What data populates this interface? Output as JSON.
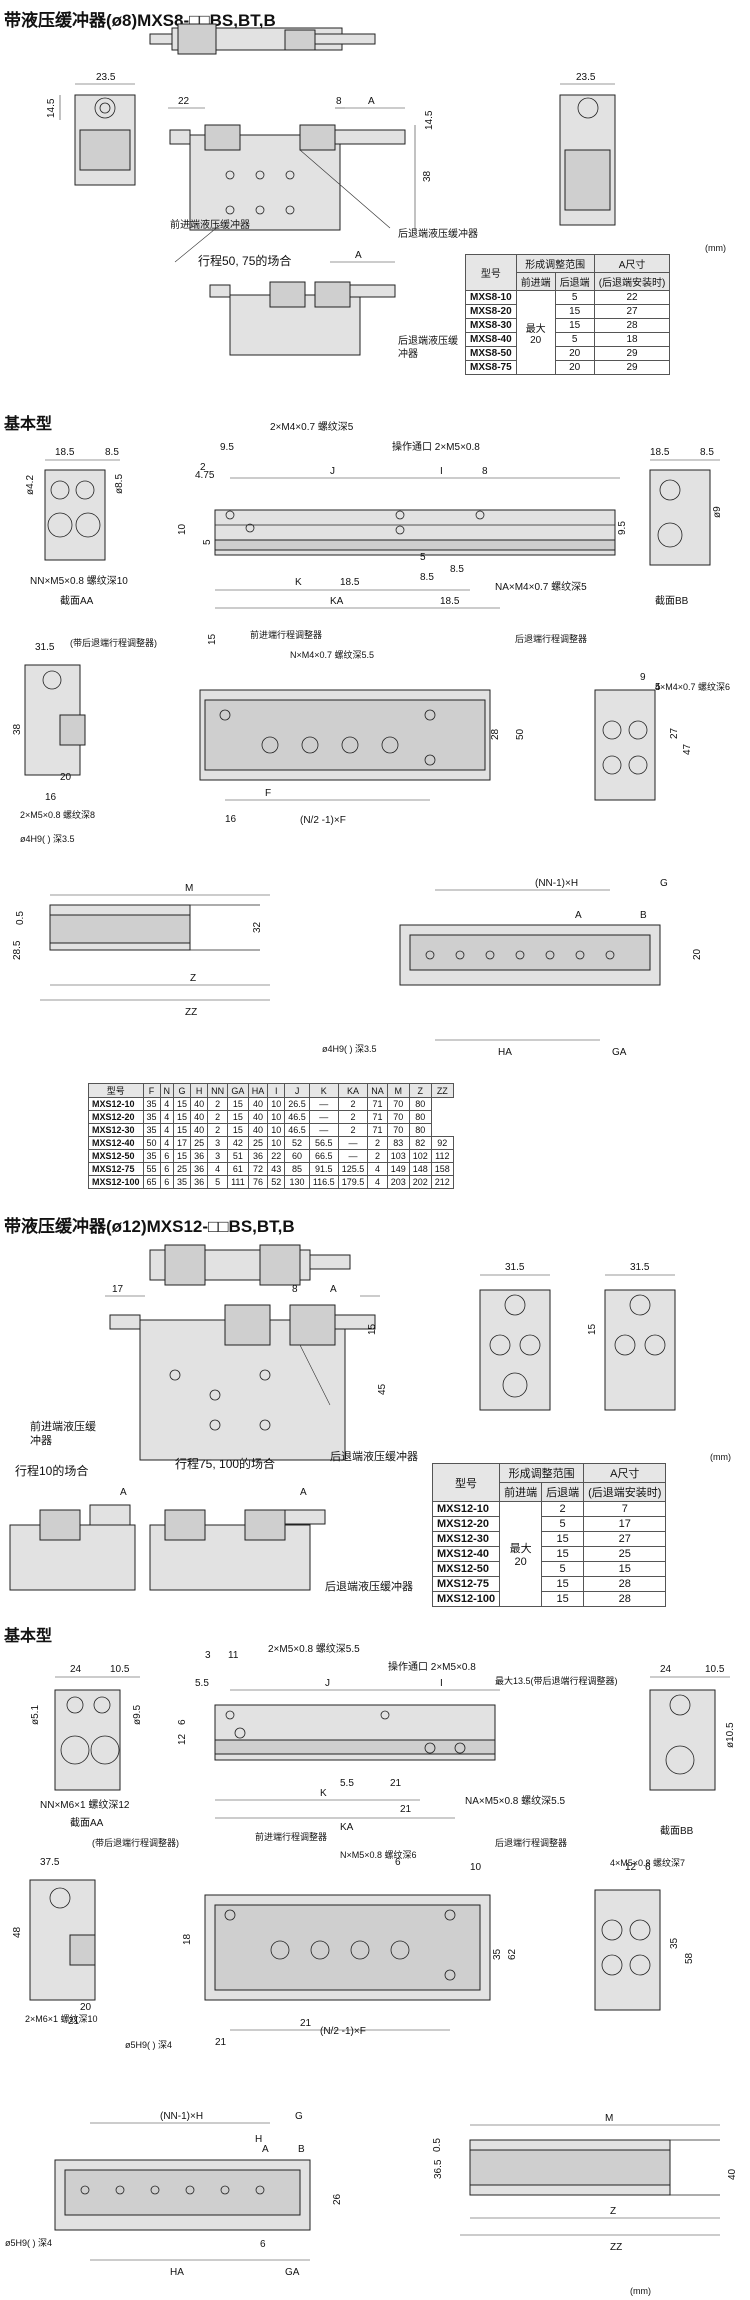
{
  "sections": {
    "s1_title": "带液压缓冲器(ø8)MXS8-□□BS,BT,B",
    "s2_title": "基本型",
    "s3_title": "带液压缓冲器(ø12)MXS12-□□BS,BT,B",
    "s4_title": "基本型"
  },
  "labels": {
    "front_shock": "前进端液压缓冲器",
    "rear_shock": "后退端液压缓冲器",
    "rear_shock_wrap": "后退端液压缓冲器",
    "stroke_50_75": "行程50, 75的场合",
    "stroke_10": "行程10的场合",
    "stroke_75_100": "行程75, 100的场合",
    "front_shock_wrap": "前进端液压缓冲器",
    "section_aa": "截面AA",
    "section_bb": "截面BB",
    "port": "操作通口 2×M5×0.8",
    "front_adjuster": "前进端行程调整器",
    "rear_adjuster": "后退端行程调整器",
    "with_rear_adjuster": "(带后退端行程调整器)",
    "nn_m5": "NN×M5×0.8 螺纹深10",
    "na_m4": "NA×M4×0.7 螺纹深5",
    "m4_top": "2×M4×0.7 螺纹深5",
    "n_m4": "N×M4×0.7 螺纹深5.5",
    "m5_side": "2×M5×0.8 螺纹深8",
    "m4_right": "4×M4×0.7 螺纹深6",
    "hole_phi4": "ø4H9( ) 深3.5",
    "nn_m6": "NN×M6×1 螺纹深12",
    "na_m5": "NA×M5×0.8 螺纹深5.5",
    "m5_top": "2×M5×0.8 螺纹深5.5",
    "n_m5": "N×M5×0.8 螺纹深6",
    "m6_side": "2×M6×1 螺纹深10",
    "m5_right": "4×M5×0.8 螺纹深7",
    "hole_phi5": "ø5H9( ) 深4",
    "max_13_5": "最大13.5(带后退端行程调整器)",
    "nh": "(NN-1)×H",
    "nf": "(N/2 -1)×F"
  },
  "dims_s1": [
    "23.5",
    "22",
    "8",
    "A",
    "14.5",
    "38",
    "23.5",
    "14.5",
    "A"
  ],
  "dims_s2": [
    "18.5",
    "8.5",
    "2",
    "9.5",
    "4.75",
    "J",
    "I",
    "8",
    "ø4.2",
    "ø8.5",
    "ø9",
    "10",
    "5",
    "K",
    "KA",
    "18.5",
    "8.5",
    "8.5",
    "5",
    "18.5",
    "9.5",
    "18.5",
    "8.5",
    "16",
    "F",
    "31.5",
    "38",
    "20",
    "15",
    "28",
    "50",
    "9",
    "5",
    "27",
    "47",
    "M",
    "28.5",
    "32",
    "0.5",
    "Z",
    "ZZ",
    "G",
    "A",
    "B",
    "20",
    "HA",
    "GA",
    "3.5",
    "4"
  ],
  "spec1": {
    "unit": "(mm)",
    "head_model": "型号",
    "head_range": "形成调整范围",
    "head_front": "前进端",
    "head_rear": "后退端",
    "head_a": "A尺寸",
    "head_a_note": "(后退端安装时)",
    "max_label": "最大",
    "max_value": "20",
    "rows": [
      {
        "model": "MXS8-10",
        "rear": "5",
        "a": "22"
      },
      {
        "model": "MXS8-20",
        "rear": "15",
        "a": "27"
      },
      {
        "model": "MXS8-30",
        "rear": "15",
        "a": "28"
      },
      {
        "model": "MXS8-40",
        "rear": "5",
        "a": "18"
      },
      {
        "model": "MXS8-50",
        "rear": "20",
        "a": "29"
      },
      {
        "model": "MXS8-75",
        "rear": "20",
        "a": "29"
      }
    ]
  },
  "spec2": {
    "unit": "(mm)",
    "head_model": "型号",
    "head_range": "形成调整范围",
    "head_front": "前进端",
    "head_rear": "后退端",
    "head_a": "A尺寸",
    "head_a_note": "(后退端安装时)",
    "max_label": "最大",
    "max_value": "20",
    "rows": [
      {
        "model": "MXS12-10",
        "rear": "2",
        "a": "7"
      },
      {
        "model": "MXS12-20",
        "rear": "5",
        "a": "17"
      },
      {
        "model": "MXS12-30",
        "rear": "15",
        "a": "27"
      },
      {
        "model": "MXS12-40",
        "rear": "15",
        "a": "25"
      },
      {
        "model": "MXS12-50",
        "rear": "5",
        "a": "15"
      },
      {
        "model": "MXS12-75",
        "rear": "15",
        "a": "28"
      },
      {
        "model": "MXS12-100",
        "rear": "15",
        "a": "28"
      }
    ]
  },
  "big_table": {
    "headers": [
      "型号",
      "F",
      "N",
      "G",
      "H",
      "NN",
      "GA",
      "HA",
      "I",
      "J",
      "K",
      "KA",
      "NA",
      "M",
      "Z",
      "ZZ"
    ],
    "rows": [
      [
        "MXS12-10",
        "35",
        "4",
        "15",
        "40",
        "2",
        "15",
        "40",
        "10",
        "26.5",
        "—",
        "2",
        "71",
        "70",
        "80"
      ],
      [
        "MXS12-20",
        "35",
        "4",
        "15",
        "40",
        "2",
        "15",
        "40",
        "10",
        "46.5",
        "—",
        "2",
        "71",
        "70",
        "80"
      ],
      [
        "MXS12-30",
        "35",
        "4",
        "15",
        "40",
        "2",
        "15",
        "40",
        "10",
        "46.5",
        "—",
        "2",
        "71",
        "70",
        "80"
      ],
      [
        "MXS12-40",
        "50",
        "4",
        "17",
        "25",
        "3",
        "42",
        "25",
        "10",
        "52",
        "56.5",
        "—",
        "2",
        "83",
        "82",
        "92"
      ],
      [
        "MXS12-50",
        "35",
        "6",
        "15",
        "36",
        "3",
        "51",
        "36",
        "22",
        "60",
        "66.5",
        "—",
        "2",
        "103",
        "102",
        "112"
      ],
      [
        "MXS12-75",
        "55",
        "6",
        "25",
        "36",
        "4",
        "61",
        "72",
        "43",
        "85",
        "91.5",
        "125.5",
        "4",
        "149",
        "148",
        "158"
      ],
      [
        "MXS12-100",
        "65",
        "6",
        "35",
        "36",
        "5",
        "111",
        "76",
        "52",
        "130",
        "116.5",
        "179.5",
        "4",
        "203",
        "202",
        "212"
      ]
    ]
  },
  "footer_unit": "(mm)"
}
